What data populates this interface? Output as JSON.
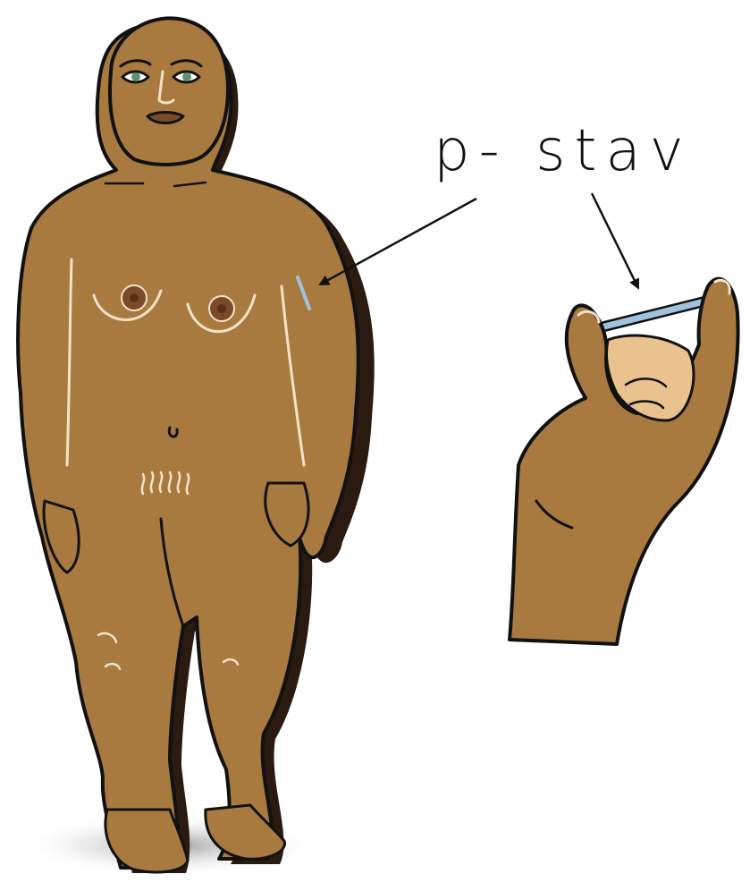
{
  "label": {
    "text": "p- stav",
    "color": "#111111"
  },
  "colors": {
    "skin": "#a87a3f",
    "skin_light": "#e9c28e",
    "outline": "#111111",
    "shadow": "#2a1a10",
    "implant": "#9fc3de",
    "floor_shadow": "#b9b9b9",
    "background": "#ffffff"
  },
  "icons": {
    "figure": "standing-woman-figure",
    "hand": "hand-holding-implant",
    "implant": "contraceptive-implant-rod"
  }
}
